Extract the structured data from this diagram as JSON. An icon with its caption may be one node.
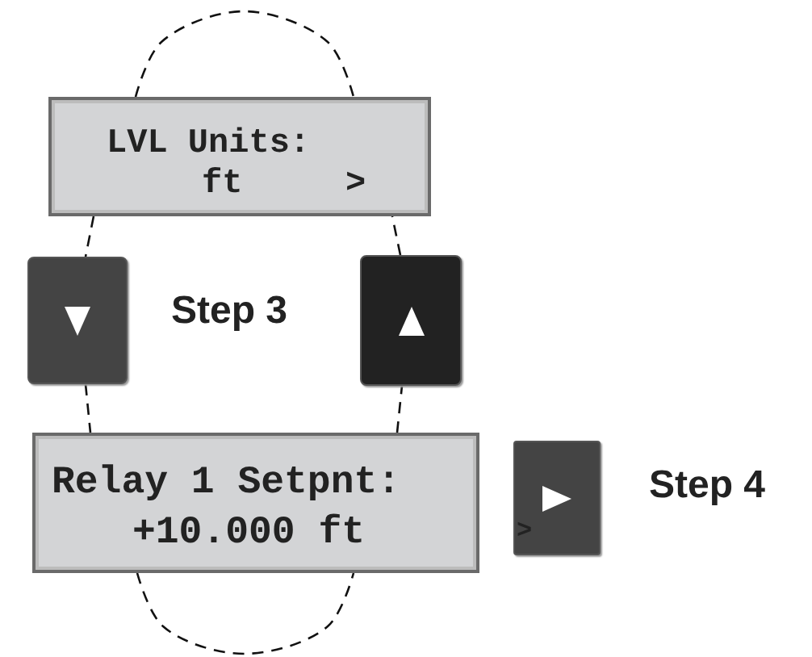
{
  "diagram": {
    "nodes": [
      {
        "text": [
          "LVL Units:",
          "ft",
          ">"
        ]
      },
      {
        "text": [],
        "shape": "box"
      },
      {
        "text": [],
        "shape": "box"
      },
      {
        "text": [
          "Relay 1 Setpnt:",
          "+10.000 ft"
        ]
      },
      {
        "text": [
          ">"
        ]
      }
    ],
    "edges": [
      {
        "from": 0,
        "to": 0,
        "arrow": "none",
        "style": "dashed"
      },
      {
        "from": 0,
        "to": 1,
        "arrow": "none",
        "style": "dashed"
      },
      {
        "from": 1,
        "to": 3,
        "arrow": "none",
        "style": "dashed"
      },
      {
        "from": 3,
        "to": 2,
        "arrow": "none",
        "style": "dashed"
      },
      {
        "from": 2,
        "to": 0,
        "arrow": "none",
        "style": "dashed"
      },
      {
        "from": 3,
        "to": 3,
        "arrow": "none",
        "style": "dashed"
      }
    ],
    "labels": [
      "Step 3",
      "Step 4"
    ]
  }
}
